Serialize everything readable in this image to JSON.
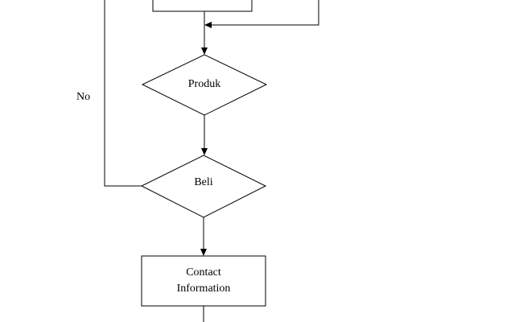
{
  "diagram": {
    "nodes": {
      "top_box": {
        "text": ""
      },
      "produk": {
        "text": "Produk"
      },
      "beli": {
        "text": "Beli"
      },
      "contact": {
        "lines": [
          "Contact",
          "Information"
        ]
      }
    },
    "edges": {
      "no_label": "No"
    }
  }
}
